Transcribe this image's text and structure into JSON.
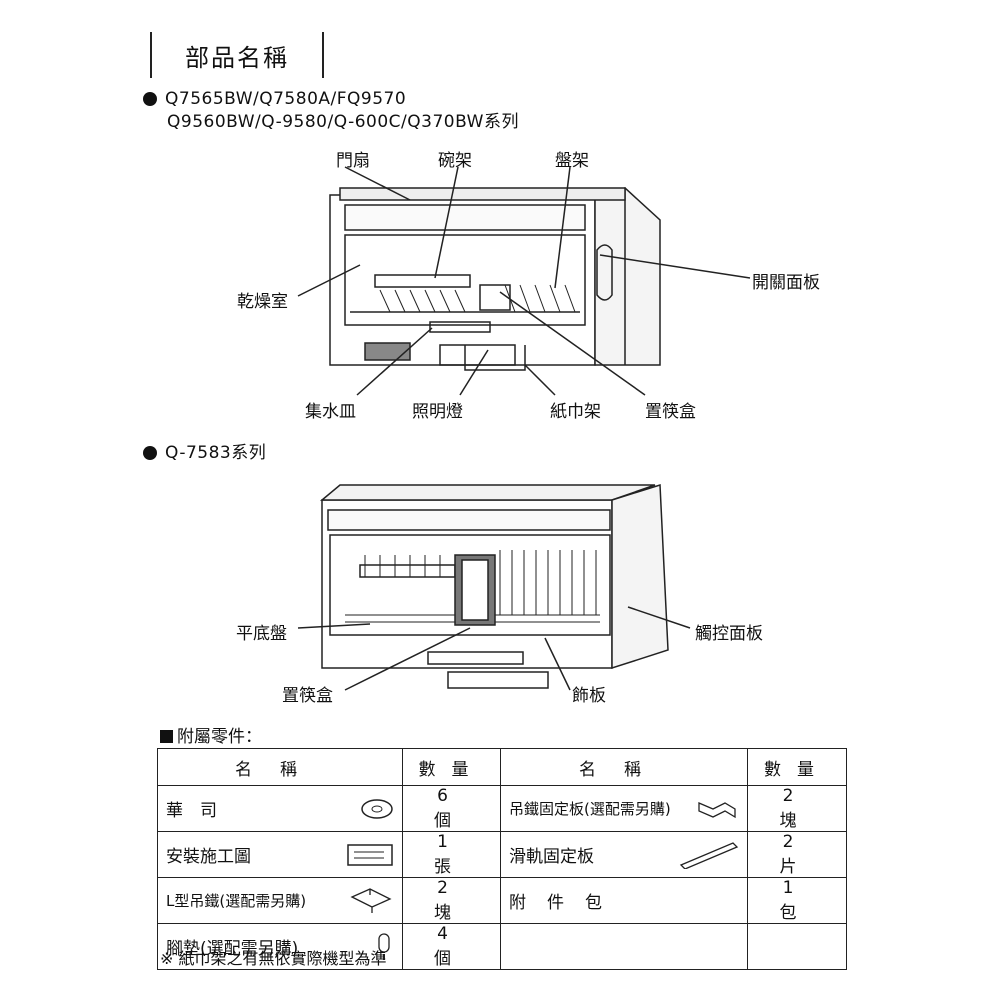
{
  "page_title": "部品名稱",
  "section1": {
    "models_line1": "Q7565BW/Q7580A/FQ9570",
    "models_line2": "Q9560BW/Q-9580/Q-600C/Q370BW系列",
    "labels": {
      "door": "門扇",
      "bowl_rack": "碗架",
      "plate_rack": "盤架",
      "switch_panel": "開關面板",
      "drying_chamber": "乾燥室",
      "drip_tray": "集水皿",
      "light": "照明燈",
      "towel_rack": "紙巾架",
      "chopstick_box": "置筷盒"
    }
  },
  "section2": {
    "models": "Q-7583系列",
    "labels": {
      "flat_tray": "平底盤",
      "touch_panel": "觸控面板",
      "chopstick_box": "置筷盒",
      "trim_panel": "飾板"
    }
  },
  "accessories": {
    "heading": "附屬零件：",
    "headers": {
      "name": "名稱",
      "qty": "數量",
      "name2": "名稱",
      "qty2": "數量"
    },
    "rows": [
      {
        "name": "華　司",
        "qty": "6 個",
        "name2": "吊鐵固定板(選配需另購)",
        "qty2": "2 塊"
      },
      {
        "name": "安裝施工圖",
        "qty": "1 張",
        "name2": "滑軌固定板",
        "qty2": "2 片"
      },
      {
        "name": "L型吊鐵(選配需另購)",
        "qty": "2 塊",
        "name2": "附　件　包",
        "qty2": "1 包"
      },
      {
        "name": "腳墊(選配需另購)",
        "qty": "4 個",
        "name2": "",
        "qty2": ""
      }
    ]
  },
  "note": "※ 紙巾架之有無依實際機型為準"
}
